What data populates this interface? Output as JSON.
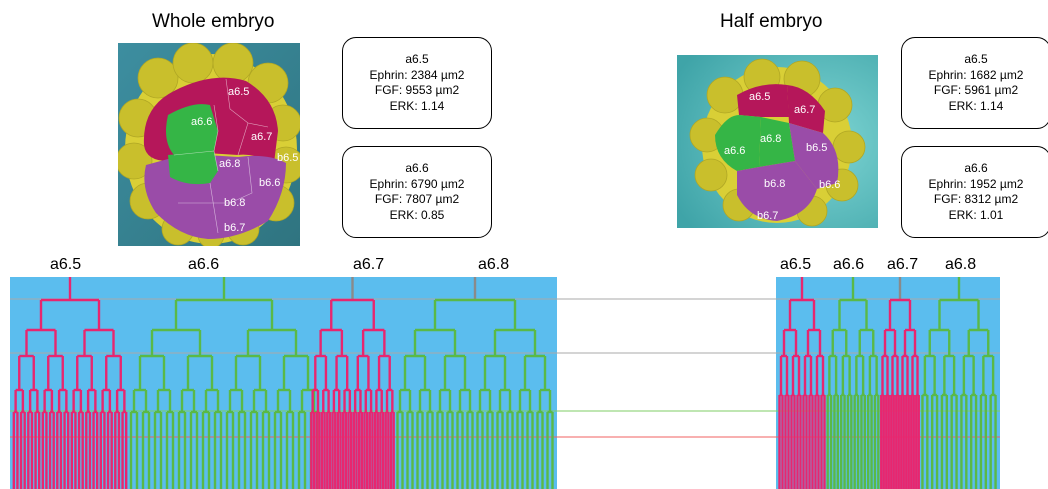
{
  "whole": {
    "title": "Whole embryo",
    "cell_labels": [
      "a6.5",
      "a6.6",
      "a6.7",
      "a6.8",
      "b6.5",
      "b6.6",
      "b6.8",
      "b6.7"
    ],
    "boxes": [
      {
        "cell": "a6.5",
        "ephrin": "Ephrin: 2384 µm2",
        "fgf": "FGF: 9553 µm2",
        "erk": "ERK: 1.14"
      },
      {
        "cell": "a6.6",
        "ephrin": "Ephrin: 6790 µm2",
        "fgf": "FGF: 7807 µm2",
        "erk": "ERK: 0.85"
      }
    ],
    "lineage_labels": [
      "a6.5",
      "a6.6",
      "a6.7",
      "a6.8"
    ]
  },
  "half": {
    "title": "Half embryo",
    "cell_labels": [
      "a6.5",
      "a6.7",
      "a6.6",
      "a6.8",
      "b6.5",
      "b6.8",
      "b6.6",
      "b6.7"
    ],
    "boxes": [
      {
        "cell": "a6.5",
        "ephrin": "Ephrin: 1682 µm2",
        "fgf": "FGF: 5961 µm2",
        "erk": "ERK: 1.14"
      },
      {
        "cell": "a6.6",
        "ephrin": "Ephrin: 1952 µm2",
        "fgf": "FGF: 8312 µm2",
        "erk": "ERK: 1.01"
      }
    ],
    "lineage_labels": [
      "a6.5",
      "a6.6",
      "a6.7",
      "a6.8"
    ]
  },
  "colors": {
    "lineage_background": "#5bbdee",
    "pink_lineage": "#e8266f",
    "green_lineage": "#5ab947",
    "grey_stem": "#8a8a8a",
    "connector_grey": "#a9a9a9",
    "connector_green": "#7fce66",
    "connector_red": "#f26060",
    "embryo_yellow": "#d9cf36",
    "embryo_magenta": "#b5175a",
    "embryo_green": "#35b546",
    "embryo_purple": "#9a4ca8"
  }
}
